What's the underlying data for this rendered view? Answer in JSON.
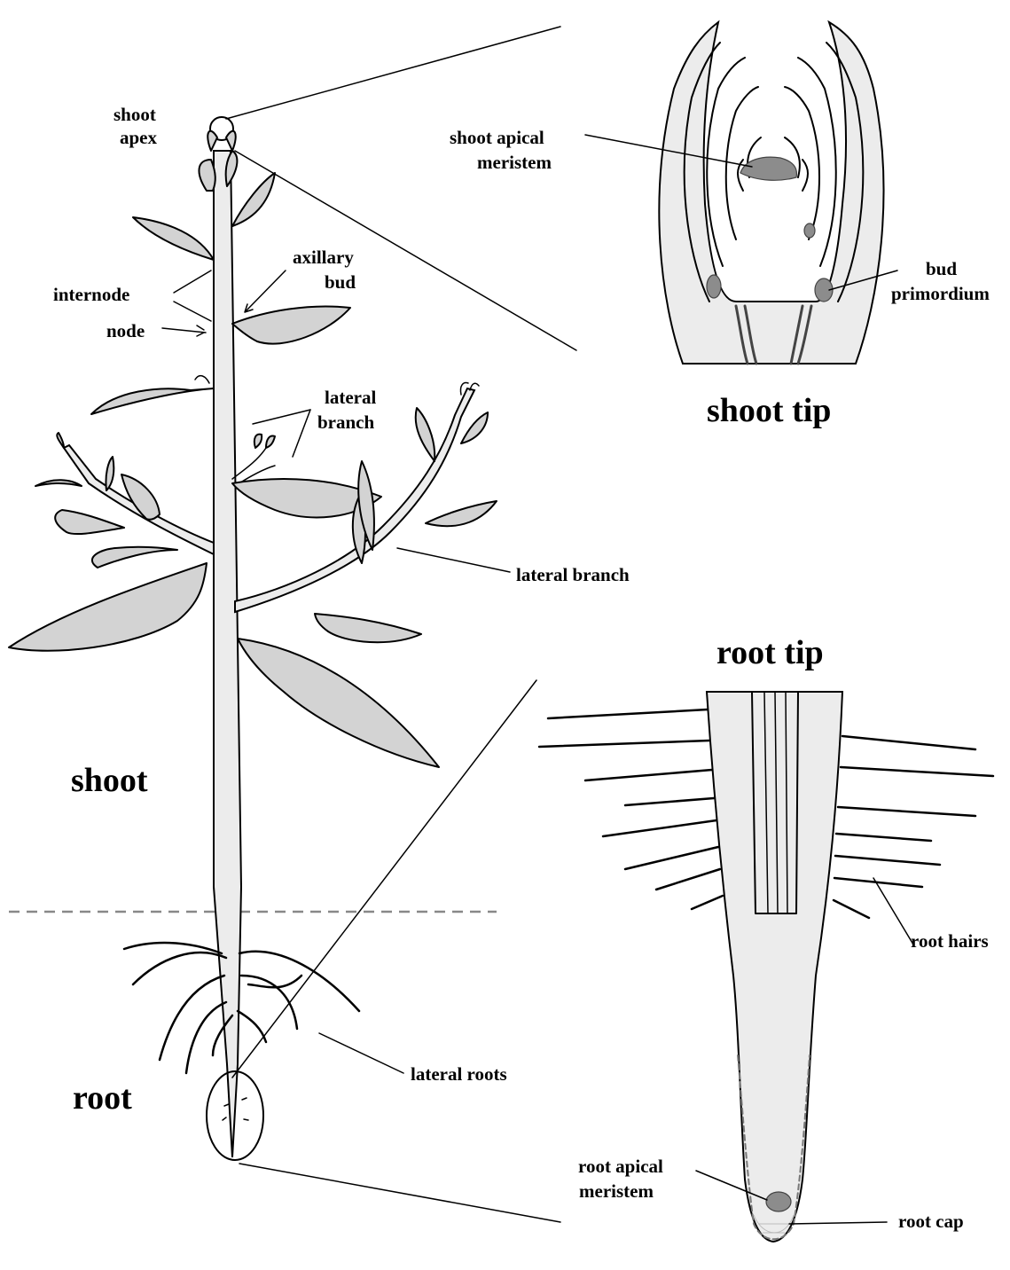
{
  "labels": {
    "shoot_apex": [
      "shoot",
      "apex"
    ],
    "internode": "internode",
    "node": "node",
    "axillary_bud": [
      "axillary",
      "bud"
    ],
    "lateral_branch_top": [
      "lateral",
      "branch"
    ],
    "lateral_branch": "lateral branch",
    "lateral_roots": "lateral roots",
    "shoot_apical_meristem": [
      "shoot apical",
      "meristem"
    ],
    "bud_primordium": [
      "bud",
      "primordium"
    ],
    "root_hairs": "root hairs",
    "root_apical_meristem": [
      "root apical",
      "meristem"
    ],
    "root_cap": "root cap"
  },
  "titles": {
    "shoot_tip": "shoot tip",
    "root_tip": "root tip",
    "shoot": "shoot",
    "root": "root"
  },
  "colors": {
    "leaf_fill": "#d3d3d3",
    "tissue_fill": "#ececec",
    "meristem_fill": "#8c8c8c",
    "divider": "#888888"
  }
}
